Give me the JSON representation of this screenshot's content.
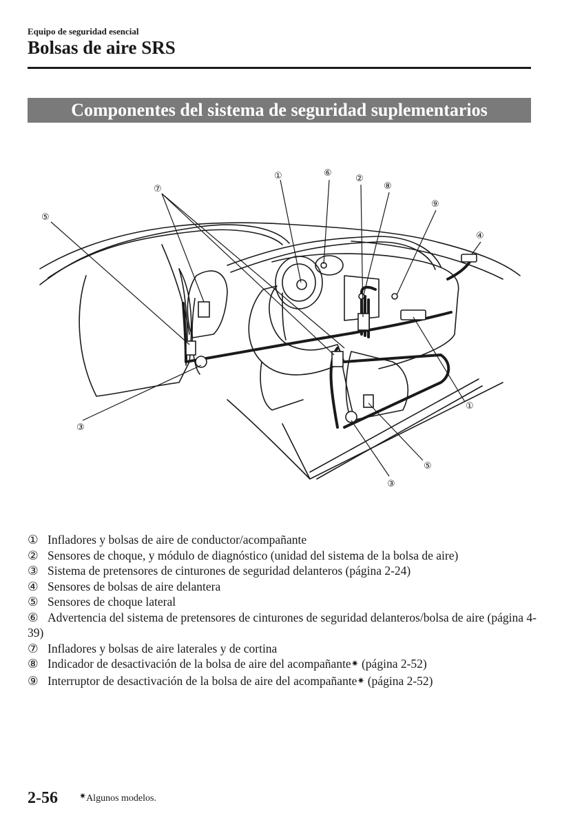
{
  "header": {
    "section": "Equipo de seguridad esencial",
    "title": "Bolsas de aire SRS"
  },
  "banner": {
    "title": "Componentes del sistema de seguridad suplementarios"
  },
  "diagram": {
    "callouts": [
      "①",
      "②",
      "③",
      "④",
      "⑤",
      "⑥",
      "⑦",
      "⑧",
      "⑨"
    ]
  },
  "legend": {
    "items": [
      {
        "num": "①",
        "text": "Infladores y bolsas de aire de conductor/acompañante"
      },
      {
        "num": "②",
        "text": "Sensores de choque, y módulo de diagnóstico (unidad del sistema de la bolsa de aire)"
      },
      {
        "num": "③",
        "text": "Sistema de pretensores de cinturones de seguridad delanteros (página 2-24)"
      },
      {
        "num": "④",
        "text": "Sensores de bolsas de aire delantera"
      },
      {
        "num": "⑤",
        "text": "Sensores de choque lateral"
      },
      {
        "num": "⑥",
        "text": "Advertencia del sistema de pretensores de cinturones de seguridad delanteros/bolsa de aire (página 4-39)"
      },
      {
        "num": "⑦",
        "text": "Infladores y bolsas de aire laterales y de cortina"
      },
      {
        "num": "⑧",
        "text": "Indicador de desactivación de la bolsa de aire del acompañante",
        "mark": "✷",
        "suffix": " (página 2-52)"
      },
      {
        "num": "⑨",
        "text": "Interruptor de desactivación de la bolsa de aire del acompañante",
        "mark": "✷",
        "suffix": " (página 2-52)"
      }
    ]
  },
  "footer": {
    "page_number": "2-56",
    "footnote_mark": "✷",
    "footnote": "Algunos modelos."
  }
}
